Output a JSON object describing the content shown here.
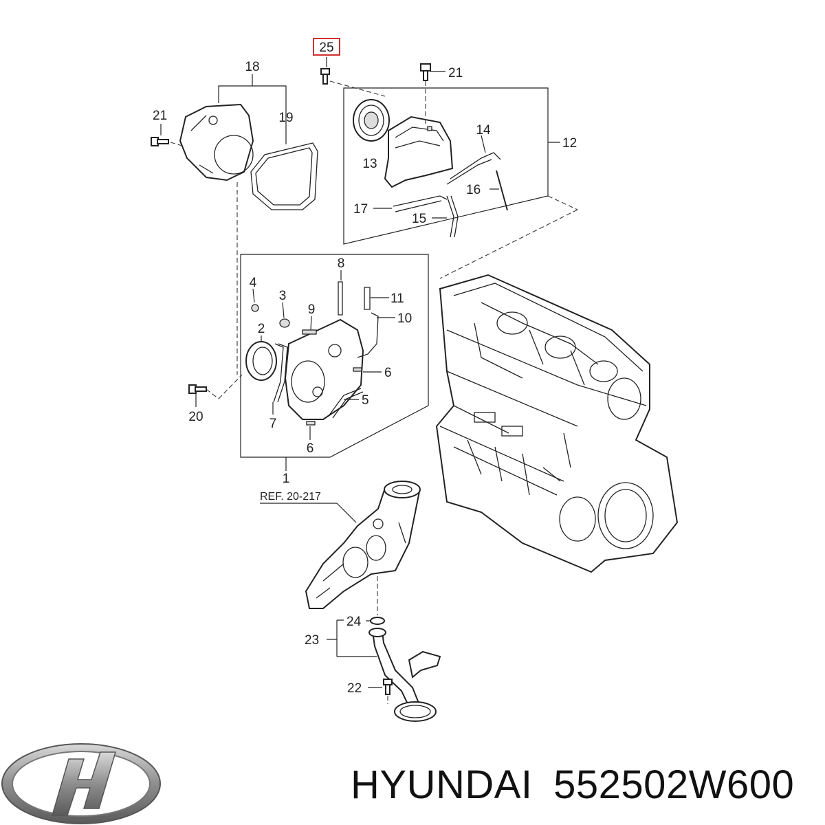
{
  "diagram": {
    "callouts": [
      {
        "id": "25",
        "text": "25",
        "highlighted": true
      },
      {
        "id": "21a",
        "text": "21"
      },
      {
        "id": "21b",
        "text": "21"
      },
      {
        "id": "18",
        "text": "18"
      },
      {
        "id": "19",
        "text": "19"
      },
      {
        "id": "12",
        "text": "12"
      },
      {
        "id": "13",
        "text": "13"
      },
      {
        "id": "14",
        "text": "14"
      },
      {
        "id": "16",
        "text": "16"
      },
      {
        "id": "17",
        "text": "17"
      },
      {
        "id": "15",
        "text": "15"
      },
      {
        "id": "8",
        "text": "8"
      },
      {
        "id": "4",
        "text": "4"
      },
      {
        "id": "3",
        "text": "3"
      },
      {
        "id": "9",
        "text": "9"
      },
      {
        "id": "11",
        "text": "11"
      },
      {
        "id": "10",
        "text": "10"
      },
      {
        "id": "2",
        "text": "2"
      },
      {
        "id": "6a",
        "text": "6"
      },
      {
        "id": "5",
        "text": "5"
      },
      {
        "id": "7",
        "text": "7"
      },
      {
        "id": "6b",
        "text": "6"
      },
      {
        "id": "20",
        "text": "20"
      },
      {
        "id": "1",
        "text": "1"
      },
      {
        "id": "24",
        "text": "24"
      },
      {
        "id": "23",
        "text": "23"
      },
      {
        "id": "22",
        "text": "22"
      }
    ],
    "reference_label": "REF. 20-217",
    "highlight_color": "#d32f2f"
  },
  "brand": {
    "logo_icon": "hyundai-logo-icon",
    "name": "HYUNDAI",
    "part_number": "552502W600"
  }
}
